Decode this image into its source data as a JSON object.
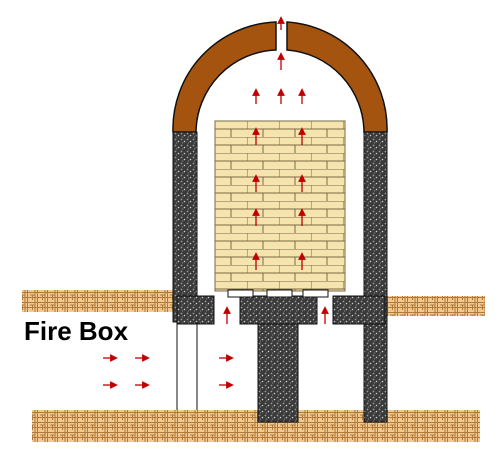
{
  "labels": {
    "fire_box": "Fire Box"
  },
  "colors": {
    "dome": "#a55410",
    "brick_fill": "#f6e4ae",
    "brick_mortar": "#7a6a44",
    "wall_stone": "#3a3a3a",
    "ground": "#f0c890",
    "arrow": "#c00000"
  },
  "arrow_direction": {
    "chamber": "up",
    "fire_box": "right"
  }
}
